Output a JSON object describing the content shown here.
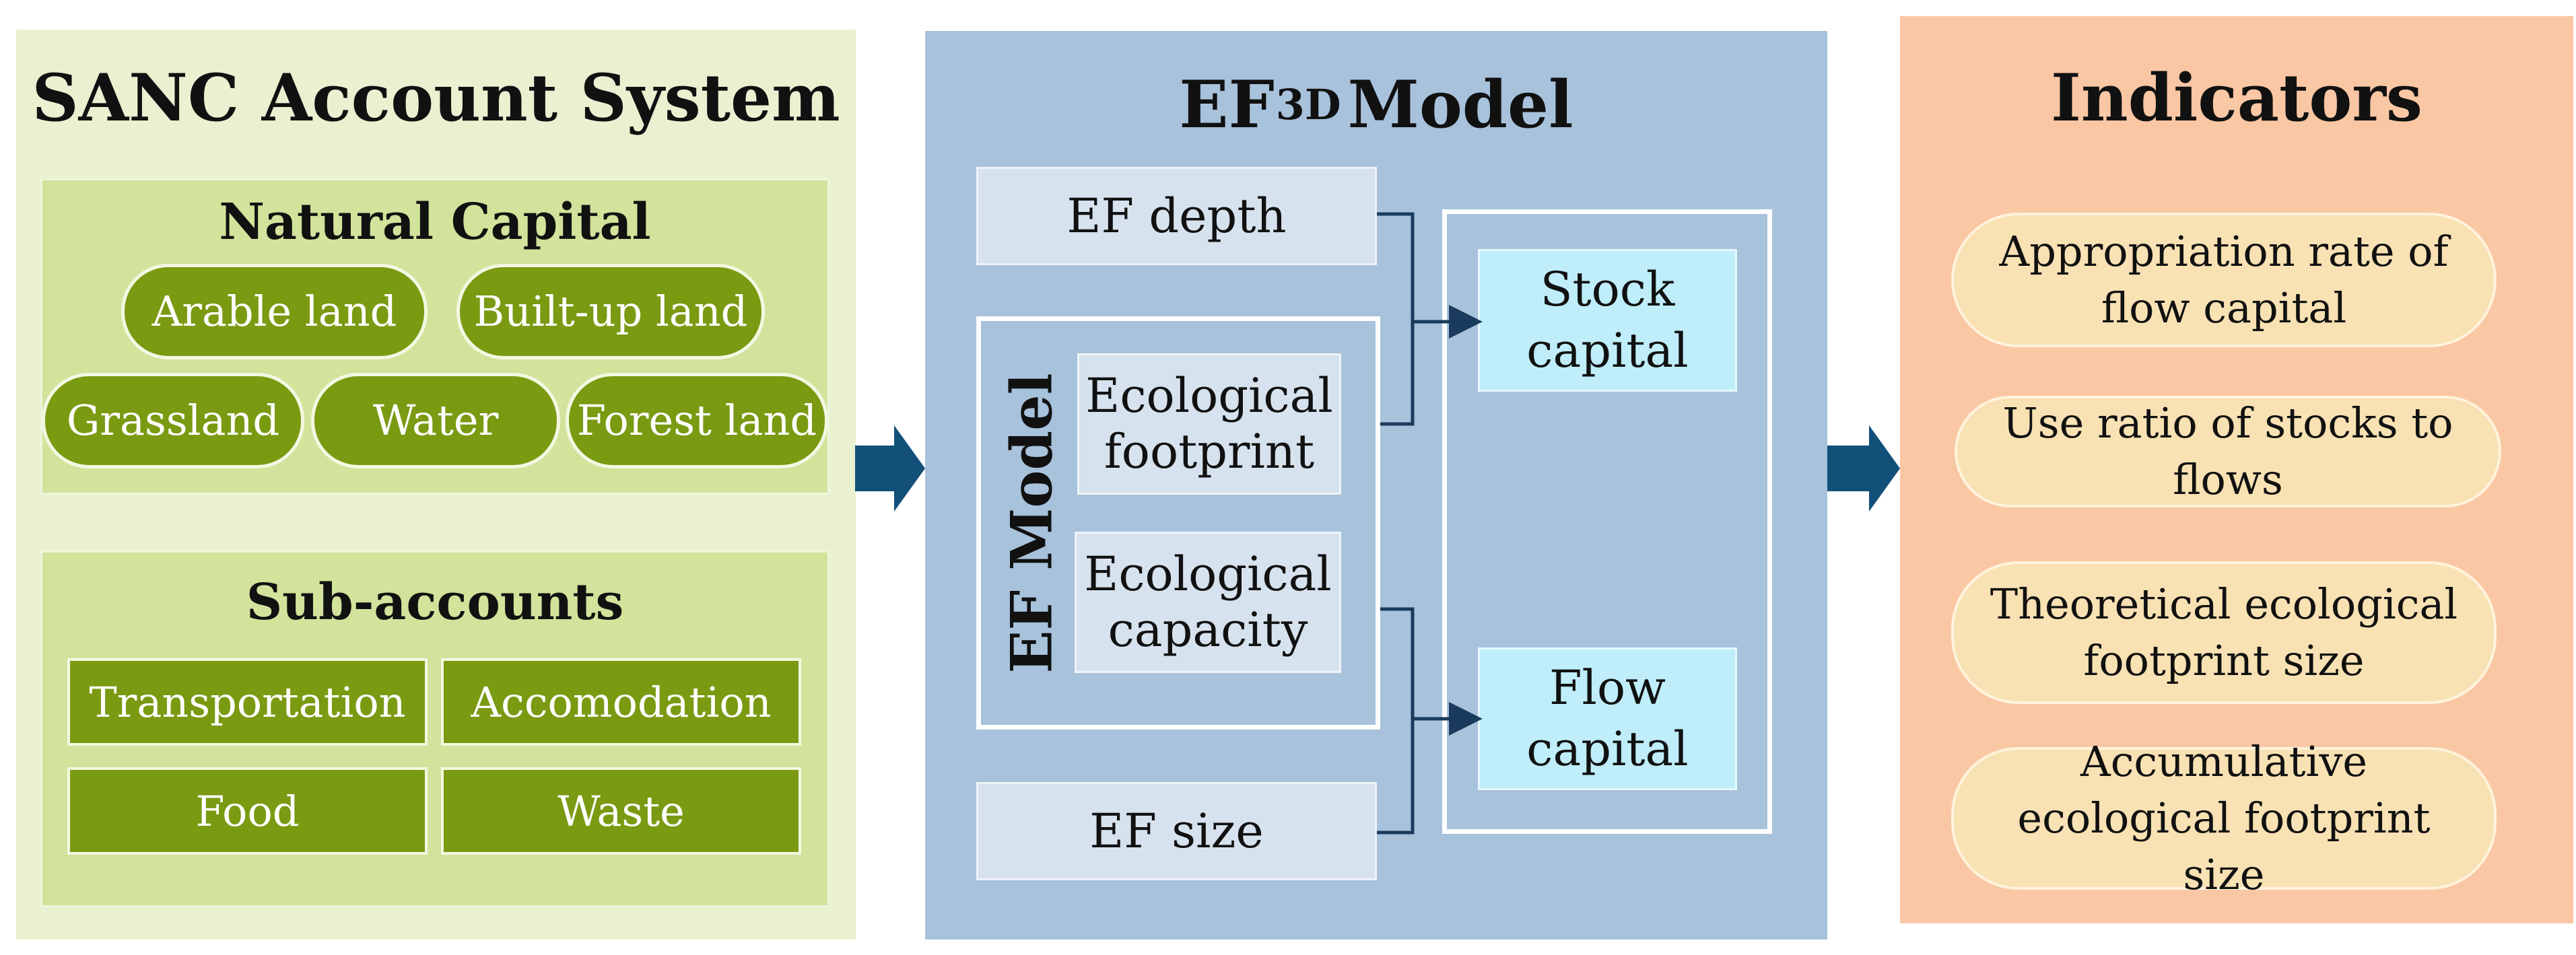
{
  "sanc": {
    "title": "SANC Account System",
    "natural_capital": {
      "title": "Natural Capital",
      "items": [
        "Arable land",
        "Built-up land",
        "Grassland",
        "Water",
        "Forest land"
      ]
    },
    "sub_accounts": {
      "title": "Sub-accounts",
      "items": [
        "Transportation",
        "Accomodation",
        "Food",
        "Waste"
      ]
    }
  },
  "ef3d": {
    "title_prefix": "EF",
    "title_sup": "3D",
    "title_suffix": "Model",
    "ef_depth": "EF depth",
    "ef_model": {
      "label": "EF Model",
      "footprint": "Ecological footprint",
      "capacity": "Ecological capacity"
    },
    "ef_size": "EF size",
    "stock_capital": "Stock capital",
    "flow_capital": "Flow capital"
  },
  "indicators": {
    "title": "Indicators",
    "items": [
      "Appropriation rate of flow capital",
      "Use ratio of stocks to flows",
      "Theoretical ecological footprint size",
      "Accumulative ecological footprint size"
    ]
  }
}
